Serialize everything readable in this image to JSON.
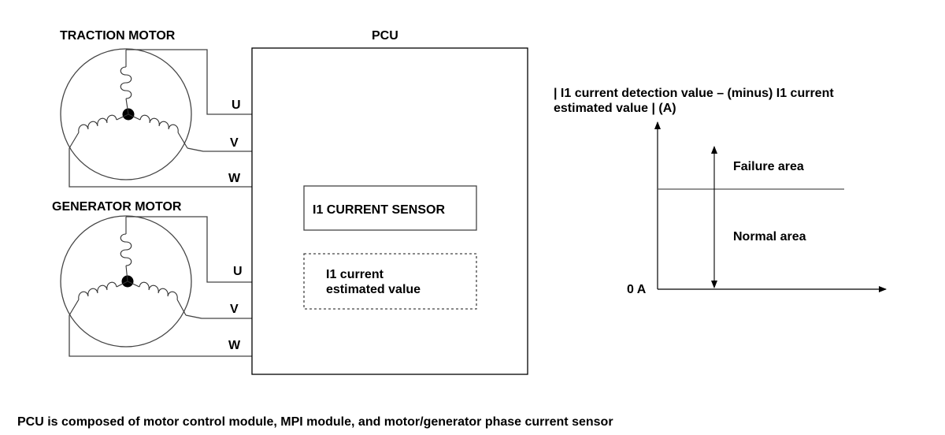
{
  "motors": {
    "traction": {
      "title": "TRACTION MOTOR",
      "terminals": [
        "U",
        "V",
        "W"
      ]
    },
    "generator": {
      "title": "GENERATOR MOTOR",
      "terminals": [
        "U",
        "V",
        "W"
      ]
    }
  },
  "pcu": {
    "title": "PCU",
    "sensor_label": "I1 CURRENT SENSOR",
    "estimated_label_line1": "I1 current",
    "estimated_label_line2": "estimated value"
  },
  "graph": {
    "y_label_line1": "| I1 current detection value – (minus) I1 current",
    "y_label_line2": "estimated value | (A)",
    "origin_label": "0 A",
    "upper_area_label": "Failure area",
    "lower_area_label": "Normal area"
  },
  "caption": "PCU is composed of motor control module, MPI module, and motor/generator phase current sensor"
}
